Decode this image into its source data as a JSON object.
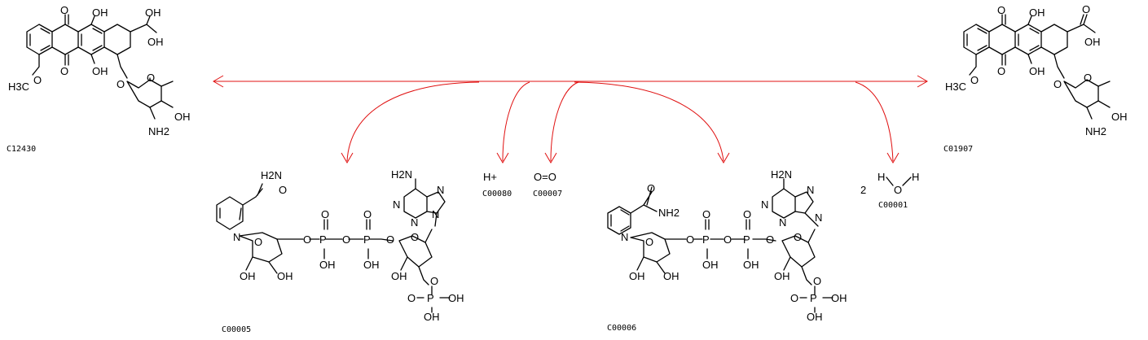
{
  "arrow_color": "#e01010",
  "compounds": [
    {
      "id": "C12430",
      "role": "substrate"
    },
    {
      "id": "C00005",
      "role": "substrate"
    },
    {
      "id": "C00080",
      "role": "substrate"
    },
    {
      "id": "C00007",
      "role": "substrate"
    },
    {
      "id": "C00006",
      "role": "product"
    },
    {
      "id": "C00001",
      "role": "product",
      "coefficient": "2"
    },
    {
      "id": "C01907",
      "role": "product"
    }
  ],
  "labels": {
    "oh": "OH",
    "o": "O",
    "ch3o": "H3C",
    "nh2": "NH2",
    "h2n": "H2N",
    "n": "N",
    "p": "P",
    "hplus": "H+",
    "o2": "O=O",
    "water_h": "H"
  }
}
